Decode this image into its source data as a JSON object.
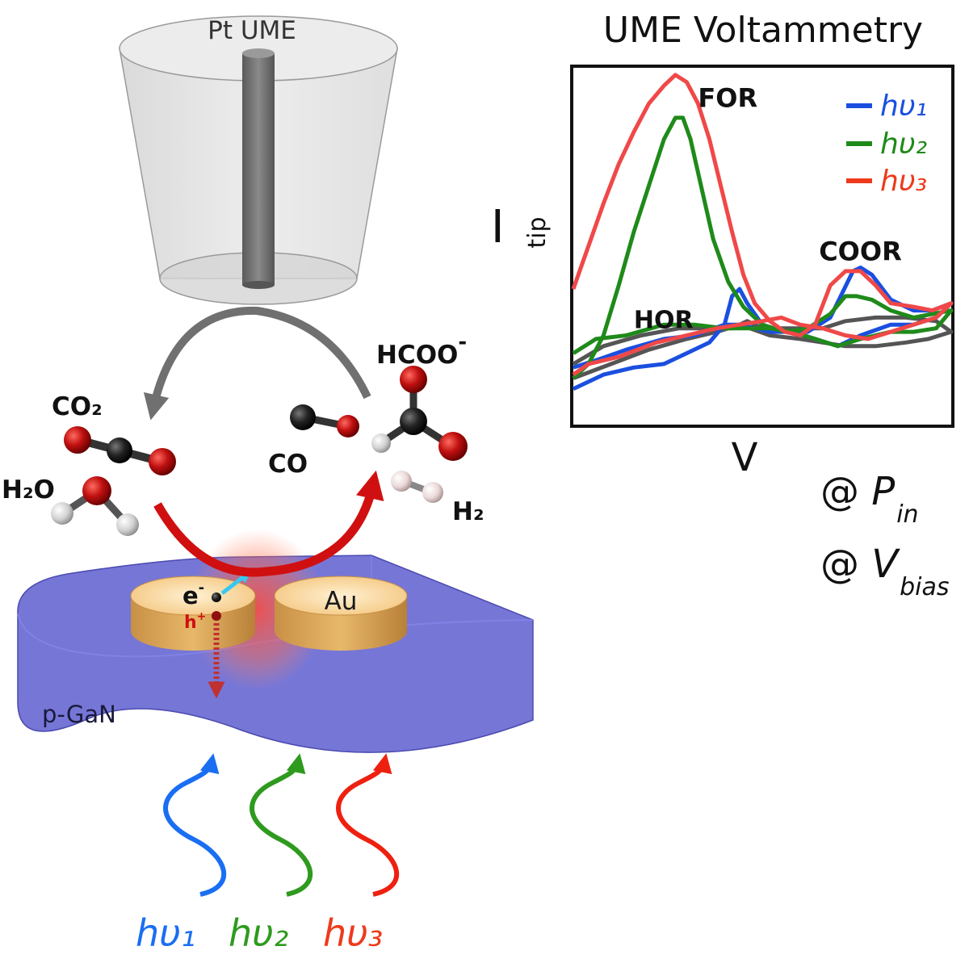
{
  "labels": {
    "electrode": "Pt UME",
    "co2": "CO₂",
    "h2o": "H₂O",
    "co": "CO",
    "hcoo": "HCOO",
    "hcoo_charge": "-",
    "h2": "H₂",
    "au": "Au",
    "substrate": "p-GaN",
    "electron": "e",
    "electron_charge": "-",
    "hole": "h",
    "hole_charge": "+"
  },
  "photons": [
    {
      "label": "hυ₁",
      "color": "#1a6ef2"
    },
    {
      "label": "hυ₂",
      "color": "#2e9a1e"
    },
    {
      "label": "hυ₃",
      "color": "#ee3a1c"
    }
  ],
  "conditions": {
    "p_prefix": "@ ",
    "p_main": "P",
    "p_sub": "in",
    "v_prefix": "@ ",
    "v_main": "V",
    "v_sub": "bias"
  },
  "colors": {
    "substrate": "#6a6ad8",
    "gold": "#e8b86a",
    "cycle_arrow_top": "#707070",
    "cycle_arrow_bottom": "#d01010",
    "electron_arrow": "#38c8f0"
  },
  "chart_data": {
    "type": "line",
    "title": "UME Voltammetry",
    "xlabel": "V",
    "ylabel": "I",
    "ylabel_sub": "tip",
    "legend_position": "top-right",
    "grid": false,
    "xlim": [
      0,
      100
    ],
    "ylim": [
      0,
      100
    ],
    "annotations": [
      {
        "text": "FOR",
        "x": 33,
        "y": 89
      },
      {
        "text": "HOR",
        "x": 16,
        "y": 27
      },
      {
        "text": "COOR",
        "x": 65,
        "y": 46
      }
    ],
    "series": [
      {
        "name": "",
        "color": "#555555",
        "points": [
          [
            0,
            13
          ],
          [
            10,
            17
          ],
          [
            20,
            21
          ],
          [
            30,
            24
          ],
          [
            38,
            26
          ],
          [
            44,
            28
          ],
          [
            52,
            25
          ],
          [
            60,
            24
          ],
          [
            66,
            23
          ],
          [
            72,
            22
          ],
          [
            80,
            22
          ],
          [
            88,
            23
          ],
          [
            94,
            24
          ],
          [
            100,
            26
          ],
          [
            96,
            29
          ],
          [
            88,
            30
          ],
          [
            80,
            30
          ],
          [
            72,
            29
          ],
          [
            66,
            27
          ],
          [
            58,
            27
          ],
          [
            50,
            27
          ],
          [
            46,
            29
          ],
          [
            42,
            27
          ],
          [
            36,
            27
          ],
          [
            28,
            27
          ],
          [
            18,
            25
          ],
          [
            8,
            22
          ],
          [
            0,
            17
          ]
        ]
      },
      {
        "name": "hυ₁",
        "color": "#1a4fe0",
        "points": [
          [
            0,
            10
          ],
          [
            8,
            14
          ],
          [
            16,
            16
          ],
          [
            24,
            17
          ],
          [
            30,
            20
          ],
          [
            36,
            23
          ],
          [
            40,
            28
          ],
          [
            42,
            36
          ],
          [
            44,
            38
          ],
          [
            46,
            34
          ],
          [
            50,
            28
          ],
          [
            56,
            26
          ],
          [
            62,
            26
          ],
          [
            68,
            30
          ],
          [
            74,
            43
          ],
          [
            76,
            44
          ],
          [
            79,
            42
          ],
          [
            84,
            35
          ],
          [
            90,
            32
          ],
          [
            95,
            32
          ],
          [
            100,
            34
          ],
          [
            96,
            30
          ],
          [
            90,
            28
          ],
          [
            84,
            28
          ],
          [
            76,
            25
          ],
          [
            70,
            22
          ],
          [
            64,
            24
          ],
          [
            58,
            26
          ],
          [
            52,
            26
          ],
          [
            48,
            27
          ],
          [
            44,
            28
          ],
          [
            40,
            28
          ],
          [
            32,
            25
          ],
          [
            24,
            24
          ],
          [
            14,
            21
          ],
          [
            6,
            18
          ],
          [
            0,
            16
          ]
        ]
      },
      {
        "name": "hυ₂",
        "color": "#1f8a1a",
        "points": [
          [
            0,
            13
          ],
          [
            4,
            17
          ],
          [
            8,
            25
          ],
          [
            12,
            39
          ],
          [
            16,
            54
          ],
          [
            20,
            67
          ],
          [
            24,
            80
          ],
          [
            27,
            86
          ],
          [
            29,
            86
          ],
          [
            31,
            80
          ],
          [
            34,
            66
          ],
          [
            37,
            52
          ],
          [
            41,
            40
          ],
          [
            45,
            33
          ],
          [
            50,
            28
          ],
          [
            56,
            26
          ],
          [
            62,
            27
          ],
          [
            68,
            31
          ],
          [
            72,
            36
          ],
          [
            75,
            36
          ],
          [
            79,
            35
          ],
          [
            84,
            32
          ],
          [
            90,
            30
          ],
          [
            95,
            31
          ],
          [
            100,
            32
          ],
          [
            96,
            27
          ],
          [
            90,
            26
          ],
          [
            84,
            26
          ],
          [
            76,
            24
          ],
          [
            70,
            22
          ],
          [
            64,
            24
          ],
          [
            58,
            26
          ],
          [
            52,
            27
          ],
          [
            46,
            27
          ],
          [
            40,
            27
          ],
          [
            32,
            28
          ],
          [
            24,
            28
          ],
          [
            14,
            25
          ],
          [
            6,
            24
          ],
          [
            0,
            20
          ]
        ]
      },
      {
        "name": "hυ₃",
        "color": "#f04848",
        "points": [
          [
            0,
            38
          ],
          [
            4,
            50
          ],
          [
            8,
            62
          ],
          [
            12,
            73
          ],
          [
            16,
            82
          ],
          [
            20,
            90
          ],
          [
            24,
            95
          ],
          [
            27,
            98
          ],
          [
            30,
            96
          ],
          [
            33,
            90
          ],
          [
            36,
            80
          ],
          [
            39,
            67
          ],
          [
            42,
            54
          ],
          [
            45,
            42
          ],
          [
            48,
            34
          ],
          [
            52,
            29
          ],
          [
            56,
            26
          ],
          [
            60,
            25
          ],
          [
            64,
            28
          ],
          [
            68,
            39
          ],
          [
            72,
            43
          ],
          [
            76,
            43
          ],
          [
            80,
            39
          ],
          [
            84,
            34
          ],
          [
            90,
            33
          ],
          [
            95,
            32
          ],
          [
            100,
            34
          ],
          [
            96,
            30
          ],
          [
            90,
            28
          ],
          [
            84,
            26
          ],
          [
            78,
            24
          ],
          [
            72,
            25
          ],
          [
            66,
            27
          ],
          [
            60,
            28
          ],
          [
            55,
            30
          ],
          [
            50,
            29
          ],
          [
            44,
            28
          ],
          [
            38,
            27
          ],
          [
            30,
            25
          ],
          [
            22,
            23
          ],
          [
            12,
            19
          ],
          [
            4,
            17
          ],
          [
            0,
            14
          ]
        ]
      }
    ]
  }
}
